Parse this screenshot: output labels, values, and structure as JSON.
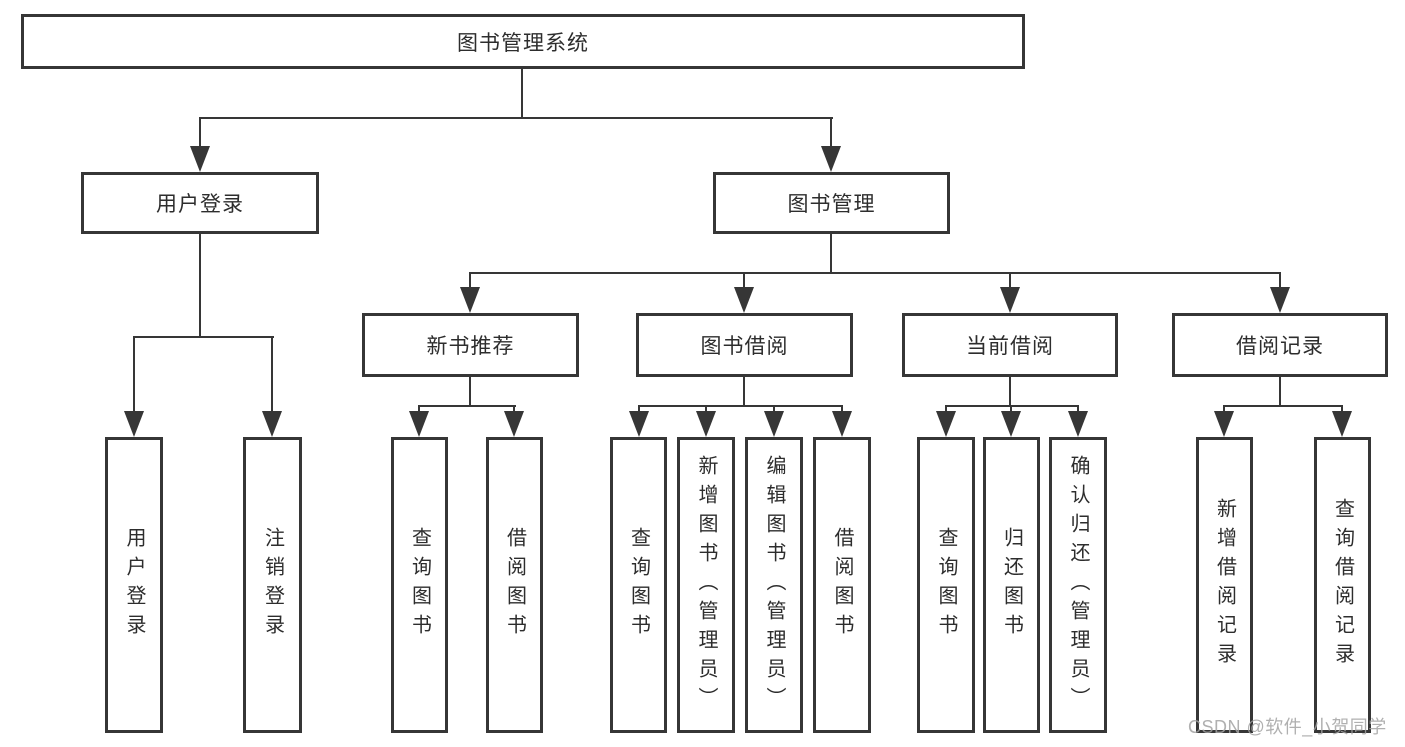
{
  "diagram_title": "图书管理系统",
  "tree": {
    "root": {
      "label": "图书管理系统"
    },
    "branches": [
      {
        "label": "用户登录",
        "children": [
          {
            "label": "用户登录"
          },
          {
            "label": "注销登录"
          }
        ]
      },
      {
        "label": "图书管理",
        "children": [
          {
            "label": "新书推荐",
            "children": [
              {
                "label": "查询图书"
              },
              {
                "label": "借阅图书"
              }
            ]
          },
          {
            "label": "图书借阅",
            "children": [
              {
                "label": "查询图书"
              },
              {
                "label": "新增图书（管理员）"
              },
              {
                "label": "编辑图书（管理员）"
              },
              {
                "label": "借阅图书"
              }
            ]
          },
          {
            "label": "当前借阅",
            "children": [
              {
                "label": "查询图书"
              },
              {
                "label": "归还图书"
              },
              {
                "label": "确认归还（管理员）"
              }
            ]
          },
          {
            "label": "借阅记录",
            "children": [
              {
                "label": "新增借阅记录"
              },
              {
                "label": "查询借阅记录"
              }
            ]
          }
        ]
      }
    ]
  },
  "watermark": "CSDN @软件_小贺同学",
  "colors": {
    "line": "#363636",
    "text": "#2d2d2d",
    "watermark": "#a2a2a2",
    "background": "#ffffff"
  }
}
